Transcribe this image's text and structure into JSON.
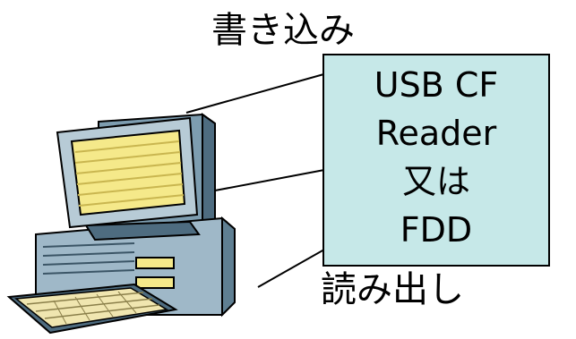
{
  "labels": {
    "write": "書き込み",
    "read": "読み出し"
  },
  "device_box": {
    "lines": [
      "USB CF",
      "Reader",
      "又は",
      "FDD"
    ]
  },
  "colors": {
    "box_fill": "#c6e8e8",
    "monitor_screen": "#f5e98a",
    "computer_body": "#9fb8c8"
  },
  "icons": [
    "desktop-computer-icon",
    "keyboard-icon"
  ]
}
